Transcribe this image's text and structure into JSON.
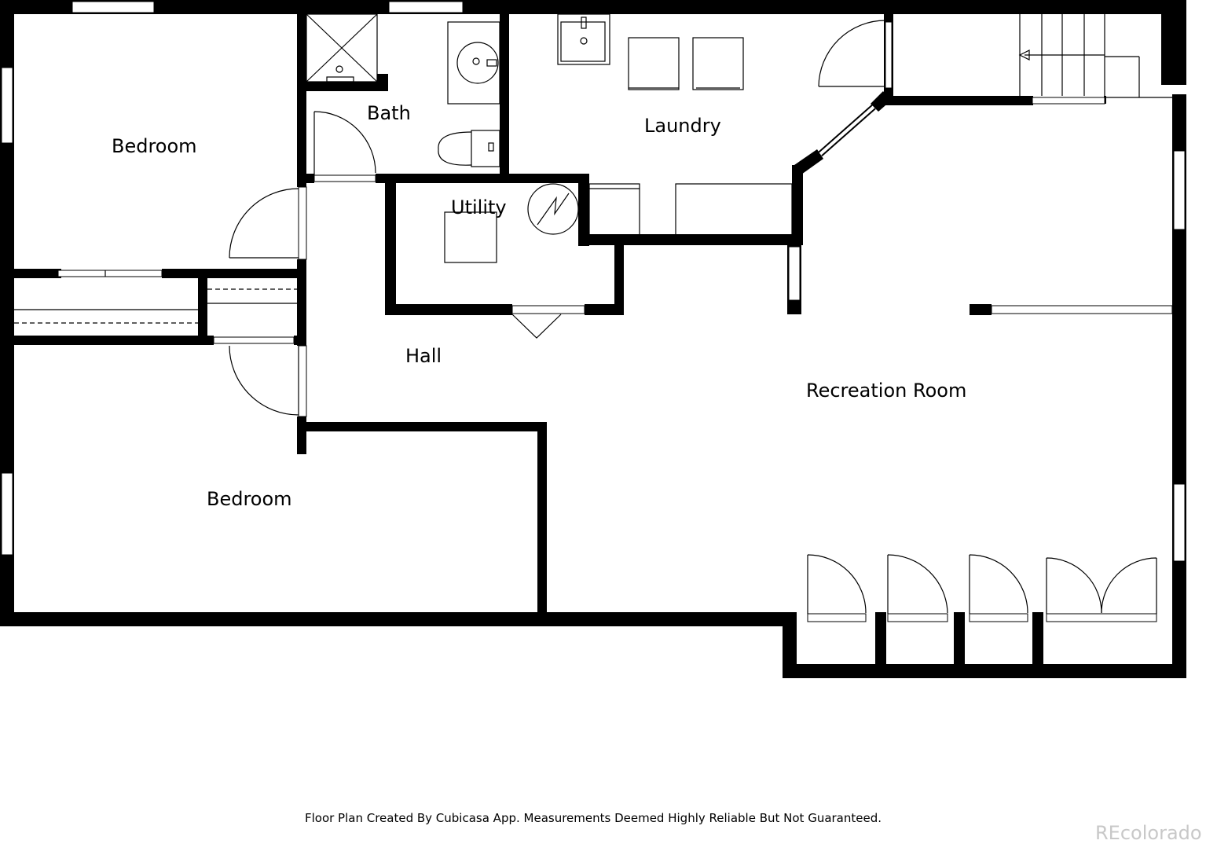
{
  "rooms": {
    "bedroom_top": "Bedroom",
    "bath": "Bath",
    "laundry": "Laundry",
    "utility": "Utility",
    "hall": "Hall",
    "recreation": "Recreation Room",
    "bedroom_bottom": "Bedroom"
  },
  "footer": {
    "disclaimer": "Floor Plan Created By Cubicasa App. Measurements Deemed Highly Reliable But Not Guaranteed."
  },
  "watermark": "REcolorado",
  "colors": {
    "walls": "#000000",
    "background": "#ffffff",
    "watermark": "#c8c8c8"
  }
}
